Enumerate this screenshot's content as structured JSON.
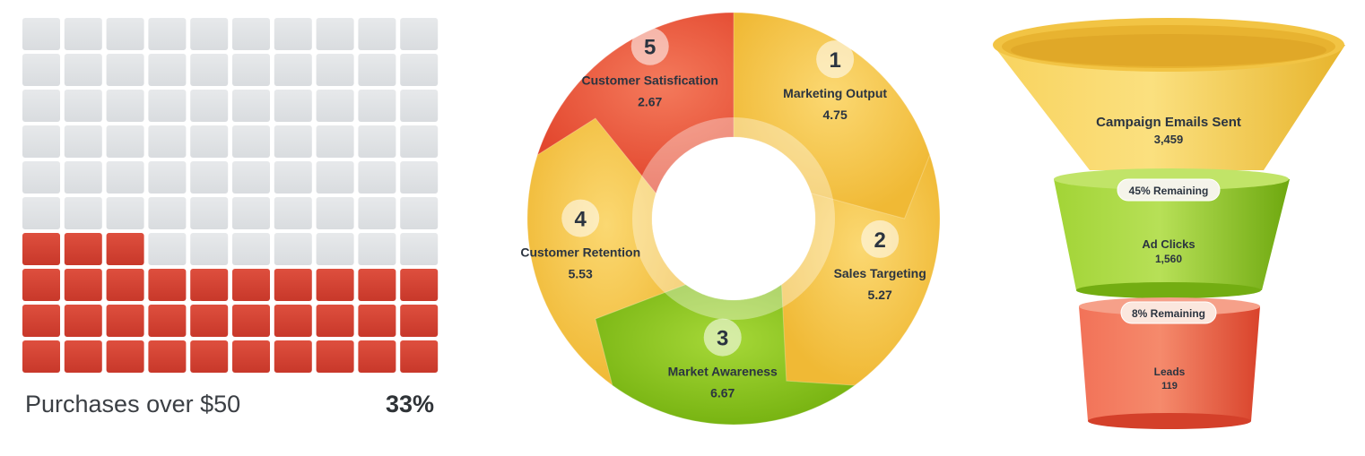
{
  "chart_data": [
    {
      "type": "waffle",
      "rows": 10,
      "columns": 10,
      "filled_fraction": 0.33,
      "label": "Purchases over $50",
      "value_text": "33%",
      "colors": {
        "filled": "#c8382a",
        "empty": "#d9dcdf"
      }
    },
    {
      "type": "cycle",
      "steps": [
        {
          "number": "1",
          "label": "Marketing Output",
          "value": 4.75,
          "value_text": "4.75",
          "color": "#f6c643"
        },
        {
          "number": "2",
          "label": "Sales Targeting",
          "value": 5.27,
          "value_text": "5.27",
          "color": "#f6c643"
        },
        {
          "number": "3",
          "label": "Market Awareness",
          "value": 6.67,
          "value_text": "6.67",
          "color": "#8ccb1c"
        },
        {
          "number": "4",
          "label": "Customer Retention",
          "value": 5.53,
          "value_text": "5.53",
          "color": "#f6c643"
        },
        {
          "number": "5",
          "label": "Customer Satisfication",
          "value": 2.67,
          "value_text": "2.67",
          "color": "#ee5a3e"
        }
      ]
    },
    {
      "type": "funnel",
      "stages": [
        {
          "label": "Campaign Emails Sent",
          "value": 3459,
          "value_text": "3,459",
          "color": "#f3c342"
        },
        {
          "label": "Ad Clicks",
          "value": 1560,
          "value_text": "1,560",
          "color": "#8cc21c"
        },
        {
          "label": "Leads",
          "value": 119,
          "value_text": "119",
          "color": "#ea5a3e"
        }
      ],
      "conversions": [
        "45% Remaining",
        "8% Remaining"
      ]
    }
  ]
}
